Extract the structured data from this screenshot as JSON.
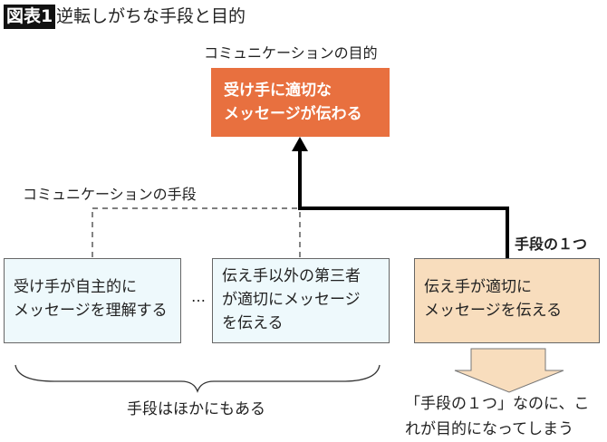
{
  "header": {
    "badge": "図表1",
    "title": "逆転しがちな手段と目的"
  },
  "purpose": {
    "label": "コミュニケーションの目的",
    "box_line1": "受け手に適切な",
    "box_line2": "メッセージが伝わる"
  },
  "means": {
    "label": "コミュニケーションの手段",
    "box1_line1": "受け手が自主的に",
    "box1_line2": "メッセージを理解する",
    "ellipsis": "…",
    "box2_line1": "伝え手以外の第三者",
    "box2_line2": "が適切にメッセージ",
    "box2_line3": "を伝える",
    "box3_line1": "伝え手が適切に",
    "box3_line2": "メッセージを伝える",
    "one_of_label": "手段の１つ",
    "others_note": "手段はほかにもある",
    "warning_line1": "「手段の１つ」なのに、こ",
    "warning_line2": "れが目的になってしまう"
  },
  "colors": {
    "purpose_box": "#E8703F",
    "means_box": "#EEF9FC",
    "highlight_box": "#F8DDBD"
  }
}
